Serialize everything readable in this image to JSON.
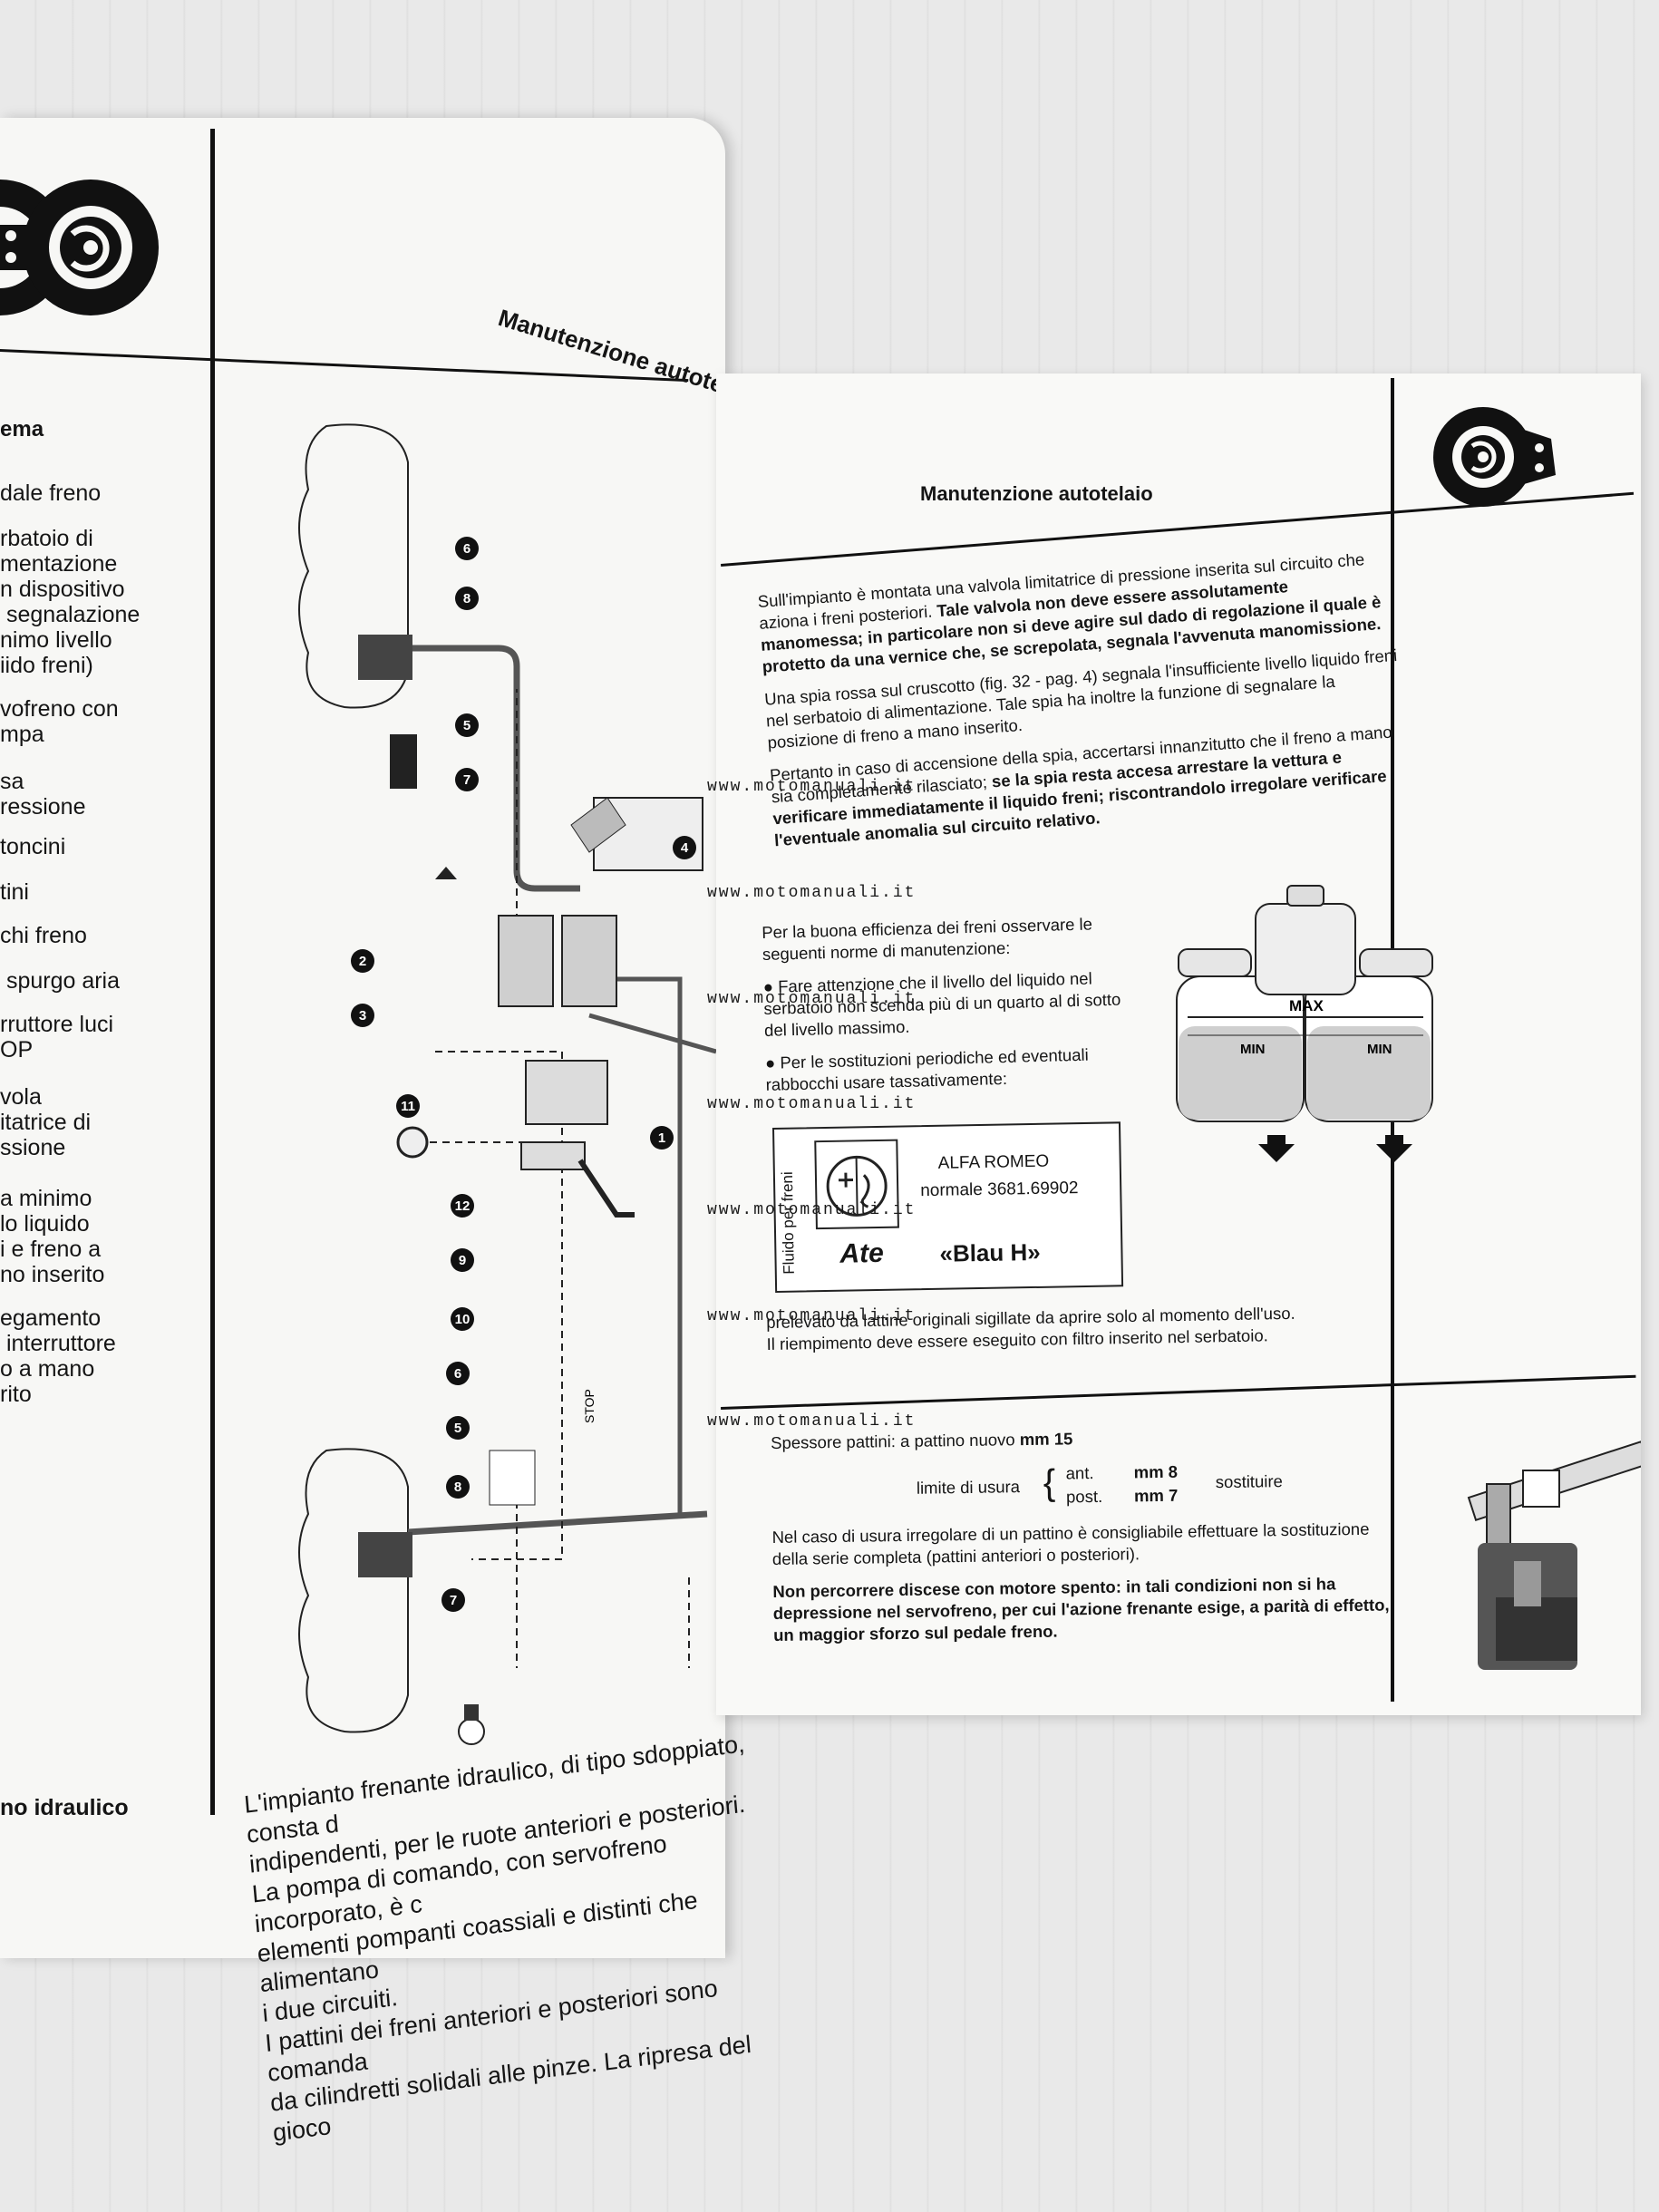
{
  "left_page": {
    "title": "Manutenzione autotelaio",
    "header_cut": "ema",
    "legend": [
      "dale freno",
      "rbatoio di\nmentazione\nn dispositivo\n segnalazione\nnimo livello\niido freni)",
      "vofreno con\nmpa",
      "sa\nressione",
      "toncini",
      "tini",
      "chi freno",
      " spurgo aria",
      "rruttore luci\nOP",
      "vola\nitatrice di\nssione",
      "a minimo\nlo liquido\ni e freno a\nno inserito",
      "egamento\n interruttore\no a mano\nrito"
    ],
    "footer_title": "no idraulico",
    "diagram_labels": [
      "6",
      "8",
      "5",
      "7",
      "2",
      "3",
      "11",
      "12",
      "9",
      "10",
      "1",
      "6",
      "5",
      "8",
      "7",
      "4"
    ],
    "diagram_stop_label": "STOP",
    "intro_lines": [
      "L'impianto frenante idraulico, di tipo sdoppiato, consta d",
      "indipendenti, per le ruote anteriori e posteriori.",
      "La pompa di comando, con servofreno incorporato, è c",
      "elementi pompanti coassiali e distinti che alimentano",
      "i due circuiti.",
      "I pattini dei freni anteriori e posteriori sono comanda",
      "da cilindretti solidali alle pinze. La ripresa del gioco"
    ]
  },
  "right_page": {
    "title": "Manutenzione autotelaio",
    "para1_normal": "Sull'impianto è montata una valvola limitatrice di pressione inserita sul circuito che aziona i freni posteriori.",
    "para1_bold": "Tale valvola non deve essere assolutamente manomessa; in particolare non si deve agire sul dado di regolazione il quale è protetto da una vernice che, se screpolata, segnala l'avvenuta manomissione.",
    "para2": "Una spia rossa sul cruscotto (fig. 32 - pag. 4) segnala l'insufficiente livello liquido freni nel serbatoio di alimentazione. Tale spia ha inoltre la funzione di segnalare la posizione di freno a mano inserito.",
    "para3_normal": "Pertanto in caso di accensione della spia, accertarsi innanzitutto che il freno a mano sia completamente rilasciato;",
    "para3_bold": "se la spia resta accesa arrestare la vettura e verificare immediatamente il liquido freni; riscontrandolo irregolare verificare l'eventuale anomalia sul circuito relativo.",
    "norms_intro": "Per la buona efficienza dei freni osservare le seguenti norme di manutenzione:",
    "norm1": "Fare attenzione che il livello del liquido nel serbatoio non scenda più di un quarto al di sotto del livello massimo.",
    "norm2": "Per le sostituzioni periodiche ed eventuali rabbocchi usare tassativamente:",
    "fluid_label": "Fluido per freni",
    "fluid_brand": "ALFA ROMEO",
    "fluid_code": "normale  3681.69902",
    "fluid_ate": "Ate",
    "fluid_blau": "«Blau H»",
    "fluid_logo_text": "ALFA ROMEO",
    "fill_line1": "prelevato da lattine originali sigillate da aprire solo al momento dell'uso.",
    "fill_line2": "Il riempimento deve essere eseguito con filtro inserito nel serbatoio.",
    "pads_thickness_label": "Spessore pattini: a pattino nuovo",
    "pads_new_value": "mm 15",
    "pads_wear_label": "limite di usura",
    "pads_ant": "ant.",
    "pads_ant_value": "mm 8",
    "pads_post": "post.",
    "pads_post_value": "mm 7",
    "pads_replace": "sostituire",
    "pads_uneven": "Nel caso di usura irregolare di un pattino è consigliabile effettuare la sostituzione della serie completa (pattini anteriori o posteriori).",
    "pads_warning": "Non percorrere discese con motore spento: in tali condizioni non si ha depressione nel servofreno, per cui l'azione frenante esige, a parità di effetto, un maggior sforzo sul pedale freno.",
    "reservoir_max": "MAX",
    "reservoir_min1": "MIN",
    "reservoir_min2": "MIN"
  },
  "watermarks": [
    "www.motomanuali.it",
    "www.motomanuali.it",
    "www.motomanuali.it",
    "www.motomanuali.it",
    "www.motomanuali.it",
    "www.motomanuali.it",
    "www.motomanuali.it"
  ],
  "colors": {
    "ink": "#151515",
    "paper": "#f8f8f6",
    "background": "#e9e9e9",
    "reservoir_fill": "#cfcfcf"
  }
}
